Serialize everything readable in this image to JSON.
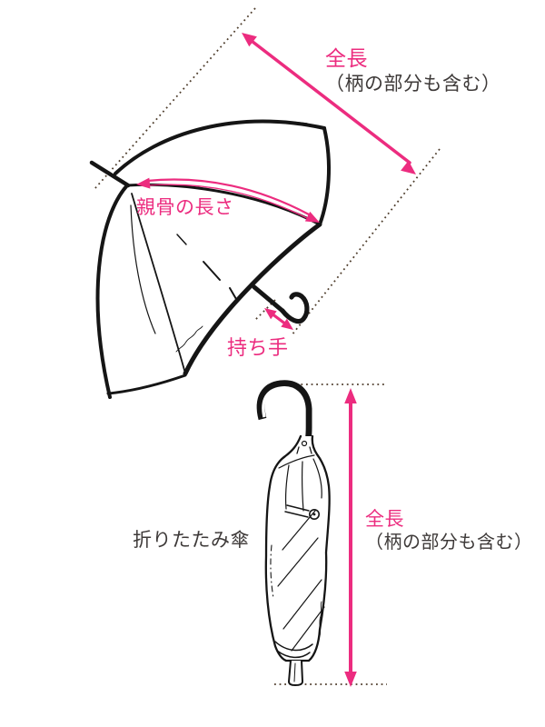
{
  "colors": {
    "accent_pink": "#EC2C7F",
    "ink": "#151515",
    "label_gray": "#3E3A39",
    "guide_dots": "#4E3D2C",
    "background": "#FFFFFF"
  },
  "open_umbrella_section": {
    "total_length_label": {
      "title": "全長",
      "note": "（柄の部分も含む）"
    },
    "rib_length_label": "親骨の長さ",
    "handle_label": "持ち手"
  },
  "folded_umbrella_section": {
    "caption": "折りたたみ傘",
    "total_length_label": {
      "title": "全長",
      "note": "（柄の部分も含む）"
    }
  }
}
